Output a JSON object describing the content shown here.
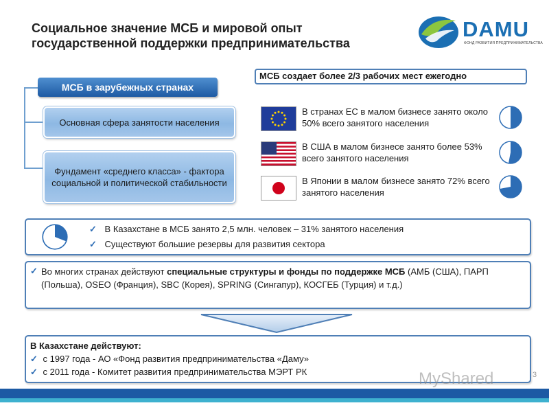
{
  "title": "Социальное значение МСБ и мировой опыт государственной поддержки  предпринимательства",
  "logo": {
    "text": "DAMU",
    "subtitle": "ФОНД РАЗВИТИЯ ПРЕДПРИНИМАТЕЛЬСТВА"
  },
  "left_tree": {
    "header": "МСБ в зарубежных странах",
    "items": [
      "Основная сфера занятости населения",
      "Фундамент «среднего класса» - фактора социальной и политической стабильности"
    ]
  },
  "right_header": "МСБ создает более 2/3 рабочих мест ежегодно",
  "stats": [
    {
      "flag": "eu-flag",
      "text": "В странах ЕС в малом бизнесе занято около 50% всего занятого населения",
      "share": 0.5
    },
    {
      "flag": "us-flag",
      "text": "В США в малом бизнесе занято более 53% всего занятого населения",
      "share": 0.53
    },
    {
      "flag": "japan-flag",
      "text": "В Японии в малом бизнесе занято 72% всего занятого населения",
      "share": 0.72
    }
  ],
  "kazakhstan_box": {
    "share": 0.31,
    "lines": [
      "В Казахстане в МСБ занято 2,5 млн. человек – 31% занятого населения",
      "Существуют большие резервы для развития сектора"
    ]
  },
  "structures_box": {
    "before": "Во многих странах действуют ",
    "bold": "специальные структуры и фонды по поддержке МСБ",
    "after": " (АМБ (США), ПАРП (Польша), OSEO (Франция), SBC (Корея), SPRING (Сингапур), КОСГЕБ (Турция) и т.д.)"
  },
  "kz_acting": {
    "header": "В Казахстане действуют:",
    "items": [
      "с 1997 года - АО «Фонд развития предпринимательства «Даму»",
      "с 2011 года - Комитет развития предпринимательства МЭРТ РК"
    ]
  },
  "page_number": "3",
  "watermark": "MyShared",
  "colors": {
    "accent": "#1c5aa4",
    "secondary": "#3eb1cf",
    "pie": "#2d6db5"
  }
}
